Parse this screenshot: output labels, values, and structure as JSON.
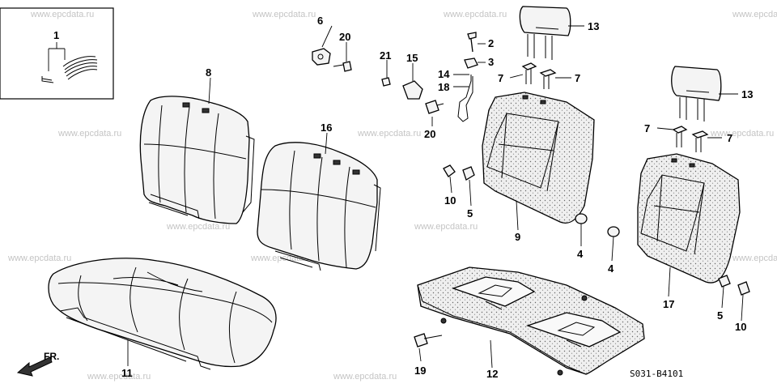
{
  "watermark": "www.epcdata.ru",
  "diagram_code": "S031-B4101",
  "front_label": "FR.",
  "callouts": {
    "c1": "1",
    "c2": "2",
    "c3": "3",
    "c4a": "4",
    "c4b": "4",
    "c5a": "5",
    "c5b": "5",
    "c6": "6",
    "c7a": "7",
    "c7b": "7",
    "c7c": "7",
    "c7d": "7",
    "c8": "8",
    "c9": "9",
    "c10a": "10",
    "c10b": "10",
    "c11": "11",
    "c12": "12",
    "c13a": "13",
    "c13b": "13",
    "c14": "14",
    "c15": "15",
    "c16": "16",
    "c17": "17",
    "c18": "18",
    "c19": "19",
    "c20a": "20",
    "c20b": "20",
    "c21": "21"
  }
}
